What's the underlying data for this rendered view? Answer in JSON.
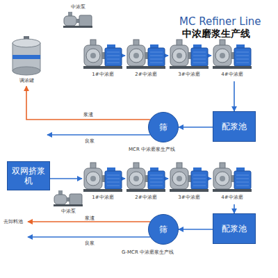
{
  "diagram": {
    "title": "MC Refiner Line",
    "nodes": [
      {
        "text": [
          "调浓罐"
        ]
      },
      {
        "text": [
          "中浓泵"
        ]
      },
      {
        "text": [
          "1#中浓磨"
        ]
      },
      {
        "text": [
          "2#中浓磨"
        ]
      },
      {
        "text": [
          "3#中浓磨"
        ]
      },
      {
        "text": [
          "4#中浓磨"
        ]
      },
      {
        "text": [
          "配浆池"
        ]
      },
      {
        "text": [
          "筛"
        ]
      },
      {
        "text": [
          "双网挤浆机"
        ]
      },
      {
        "text": [
          "中浓泵"
        ]
      },
      {
        "text": [
          "1#中浓磨"
        ]
      },
      {
        "text": [
          "2#中浓磨"
        ]
      },
      {
        "text": [
          "3#中浓磨"
        ]
      },
      {
        "text": [
          "4#中浓磨"
        ]
      },
      {
        "text": [
          "配浆池"
        ]
      },
      {
        "text": [
          "筛"
        ]
      }
    ],
    "edges": [
      {
        "from": 2,
        "to": 3,
        "arrow": "to"
      },
      {
        "from": 3,
        "to": 4,
        "arrow": "to"
      },
      {
        "from": 4,
        "to": 5,
        "arrow": "to"
      },
      {
        "from": 5,
        "to": 6,
        "arrow": "to"
      },
      {
        "from": 6,
        "to": 7,
        "arrow": "to"
      },
      {
        "from": 7,
        "to": 0,
        "label": "浆渣",
        "arrow": "to"
      },
      {
        "from": 8,
        "to": 10,
        "arrow": "to"
      },
      {
        "from": 10,
        "to": 11,
        "arrow": "to"
      },
      {
        "from": 11,
        "to": 12,
        "arrow": "to"
      },
      {
        "from": 12,
        "to": 13,
        "arrow": "to"
      },
      {
        "from": 13,
        "to": 14,
        "arrow": "to"
      },
      {
        "from": 14,
        "to": 15,
        "arrow": "to"
      }
    ],
    "labels": [
      "中浓磨浆生产线",
      "良浆",
      "MCR 中浓磨浆生产线",
      "去卸料池",
      "浆渣",
      "良浆",
      "G-MCR 中浓磨浆生产线"
    ]
  }
}
